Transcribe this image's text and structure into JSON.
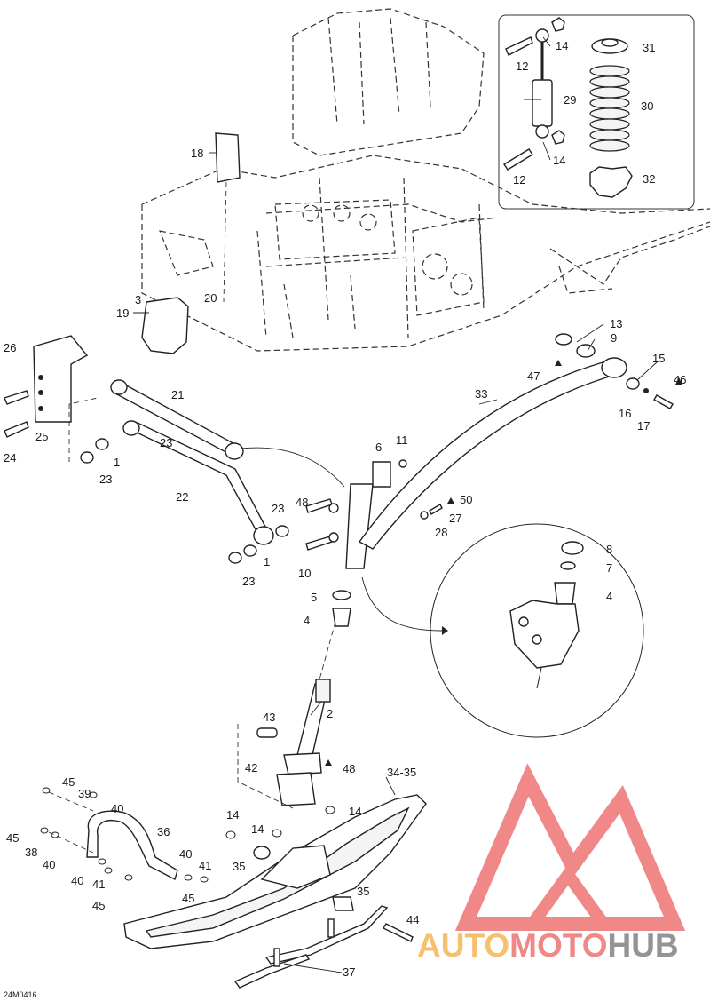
{
  "diagram_code": "24M0416",
  "watermark": {
    "part1": "AUTO",
    "part2": "MOTO",
    "part3": "HUB",
    "color_orange": "#f4b24a",
    "color_red": "#ee6b6b",
    "color_gray": "#7a7a7a"
  },
  "callouts": {
    "c1a": "1",
    "c1b": "1",
    "c2": "2",
    "c3": "3",
    "c4a": "4",
    "c4b": "4",
    "c5": "5",
    "c6": "6",
    "c7": "7",
    "c8": "8",
    "c9": "9",
    "c10": "10",
    "c11": "11",
    "c12a": "12",
    "c12b": "12",
    "c13": "13",
    "c14a": "14",
    "c14b": "14",
    "c14c": "14",
    "c14d": "14",
    "c14e": "14",
    "c15": "15",
    "c16": "16",
    "c17": "17",
    "c18": "18",
    "c19": "19",
    "c20": "20",
    "c21": "21",
    "c22": "22",
    "c23a": "23",
    "c23b": "23",
    "c23c": "23",
    "c23d": "23",
    "c24": "24",
    "c25": "25",
    "c26": "26",
    "c27": "27",
    "c28": "28",
    "c29": "29",
    "c30": "30",
    "c31": "31",
    "c32": "32",
    "c33": "33",
    "c3435": "34-35",
    "c35a": "35",
    "c35b": "35",
    "c36": "36",
    "c37": "37",
    "c38": "38",
    "c39": "39",
    "c40a": "40",
    "c40b": "40",
    "c40c": "40",
    "c40d": "40",
    "c41a": "41",
    "c41b": "41",
    "c42": "42",
    "c43": "43",
    "c44": "44",
    "c45a": "45",
    "c45b": "45",
    "c45c": "45",
    "c45d": "45",
    "c46": "46",
    "c47": "47",
    "c48a": "48",
    "c48b": "48",
    "c50": "50"
  }
}
